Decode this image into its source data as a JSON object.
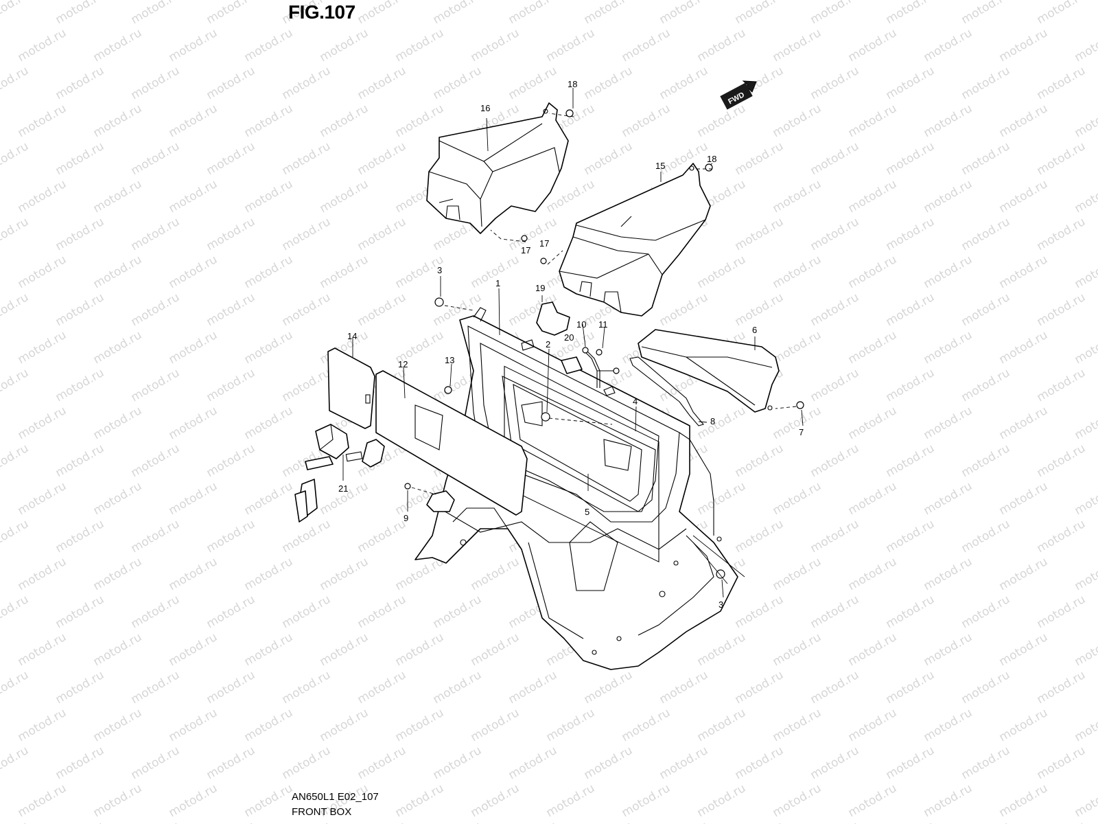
{
  "figure": {
    "title": "FIG.107",
    "code": "AN650L1 E02_107",
    "name": "FRONT BOX"
  },
  "watermark": {
    "text": "motod.ru",
    "color": "#d6d6d6"
  },
  "direction_badge": {
    "text": "FWD"
  },
  "callouts": [
    {
      "id": "1",
      "label": "1"
    },
    {
      "id": "2",
      "label": "2"
    },
    {
      "id": "3a",
      "label": "3"
    },
    {
      "id": "3b",
      "label": "3"
    },
    {
      "id": "4",
      "label": "4"
    },
    {
      "id": "5",
      "label": "5"
    },
    {
      "id": "6",
      "label": "6"
    },
    {
      "id": "7",
      "label": "7"
    },
    {
      "id": "8",
      "label": "8"
    },
    {
      "id": "9",
      "label": "9"
    },
    {
      "id": "10",
      "label": "10"
    },
    {
      "id": "11",
      "label": "11"
    },
    {
      "id": "12",
      "label": "12"
    },
    {
      "id": "13",
      "label": "13"
    },
    {
      "id": "14",
      "label": "14"
    },
    {
      "id": "15",
      "label": "15"
    },
    {
      "id": "16",
      "label": "16"
    },
    {
      "id": "17a",
      "label": "17"
    },
    {
      "id": "17b",
      "label": "17"
    },
    {
      "id": "18a",
      "label": "18"
    },
    {
      "id": "18b",
      "label": "18"
    },
    {
      "id": "19",
      "label": "19"
    },
    {
      "id": "20",
      "label": "20"
    },
    {
      "id": "21",
      "label": "21"
    }
  ]
}
